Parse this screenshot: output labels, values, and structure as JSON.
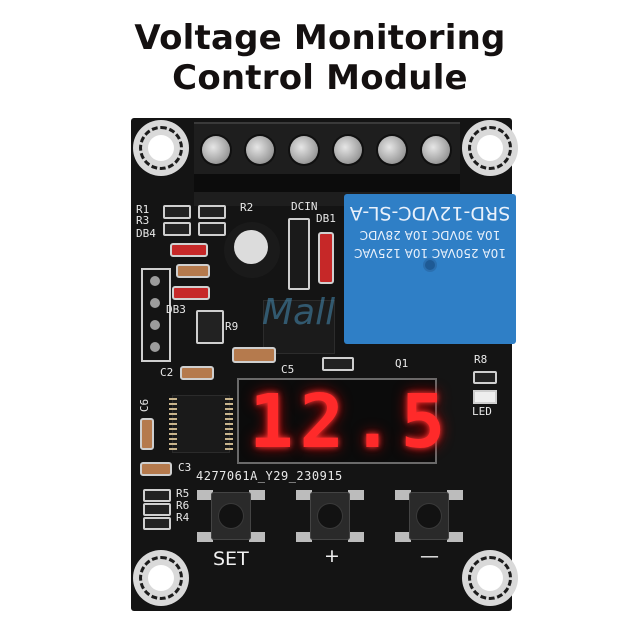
{
  "title": {
    "line1": "Voltage Monitoring",
    "line2": "Control Module"
  },
  "board": {
    "display": {
      "reading": "12.5",
      "digits_color": "#ff2a2a"
    },
    "relay": {
      "model": "SRD-12VDC-SL-A",
      "rating1": "10A 30VDC  10A 28VDC",
      "rating2": "10A 250VAC  10A 125VAC",
      "color": "#2f7fc6"
    },
    "pcb_code": "4277061A_Y29_230915",
    "silkscreen": {
      "r1": "R1",
      "r3": "R3",
      "db4": "DB4",
      "r2": "R2",
      "dcin": "DCIN",
      "db1": "DB1",
      "db3": "DB3",
      "r9": "R9",
      "c5": "C5",
      "q1": "Q1",
      "r8": "R8",
      "led": "LED",
      "c2": "C2",
      "c6": "C6",
      "c3": "C3",
      "r5": "R5",
      "r6": "R6",
      "r4": "R4"
    },
    "buttons": [
      {
        "label": "SET"
      },
      {
        "label": "+"
      },
      {
        "label": "—"
      }
    ],
    "terminal_screw_count": 6,
    "watermark": "Mall"
  }
}
